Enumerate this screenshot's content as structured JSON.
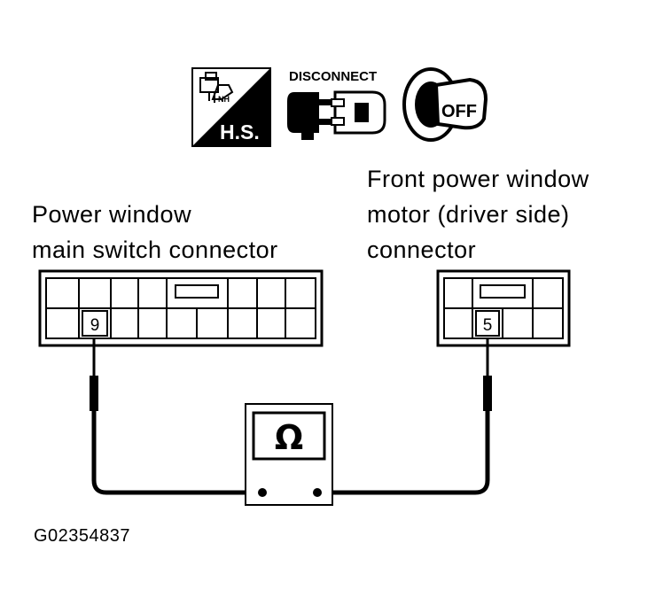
{
  "icons": [
    {
      "name": "harness-sensor-icon",
      "text": "H.S."
    },
    {
      "name": "disconnect-connector-icon",
      "text": "DISCONNECT"
    },
    {
      "name": "ignition-key-off-icon",
      "text": "OFF"
    }
  ],
  "left_connector": {
    "label_line1": "Power window",
    "label_line2": "main switch connector",
    "terminal": "9"
  },
  "right_connector": {
    "label_line1": "Front power window",
    "label_line2": "motor (driver side)",
    "label_line3": "connector",
    "terminal": "5"
  },
  "meter": {
    "symbol": "Ω",
    "name": "ohmmeter"
  },
  "figure_code": "G02354837"
}
